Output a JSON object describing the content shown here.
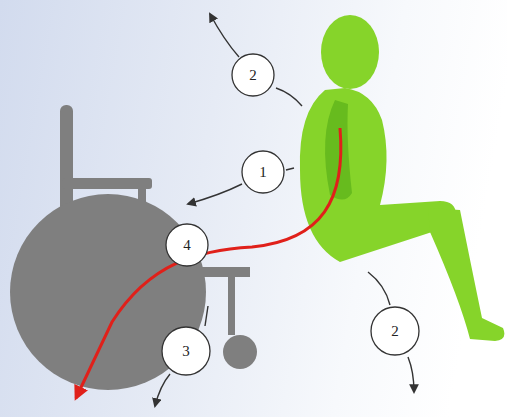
{
  "diagram": {
    "nodes": [
      {
        "text": [
          "2"
        ]
      },
      {
        "text": [
          "1"
        ]
      },
      {
        "text": [
          "4"
        ]
      },
      {
        "text": [
          "2"
        ]
      },
      {
        "text": [
          "3"
        ]
      }
    ]
  }
}
